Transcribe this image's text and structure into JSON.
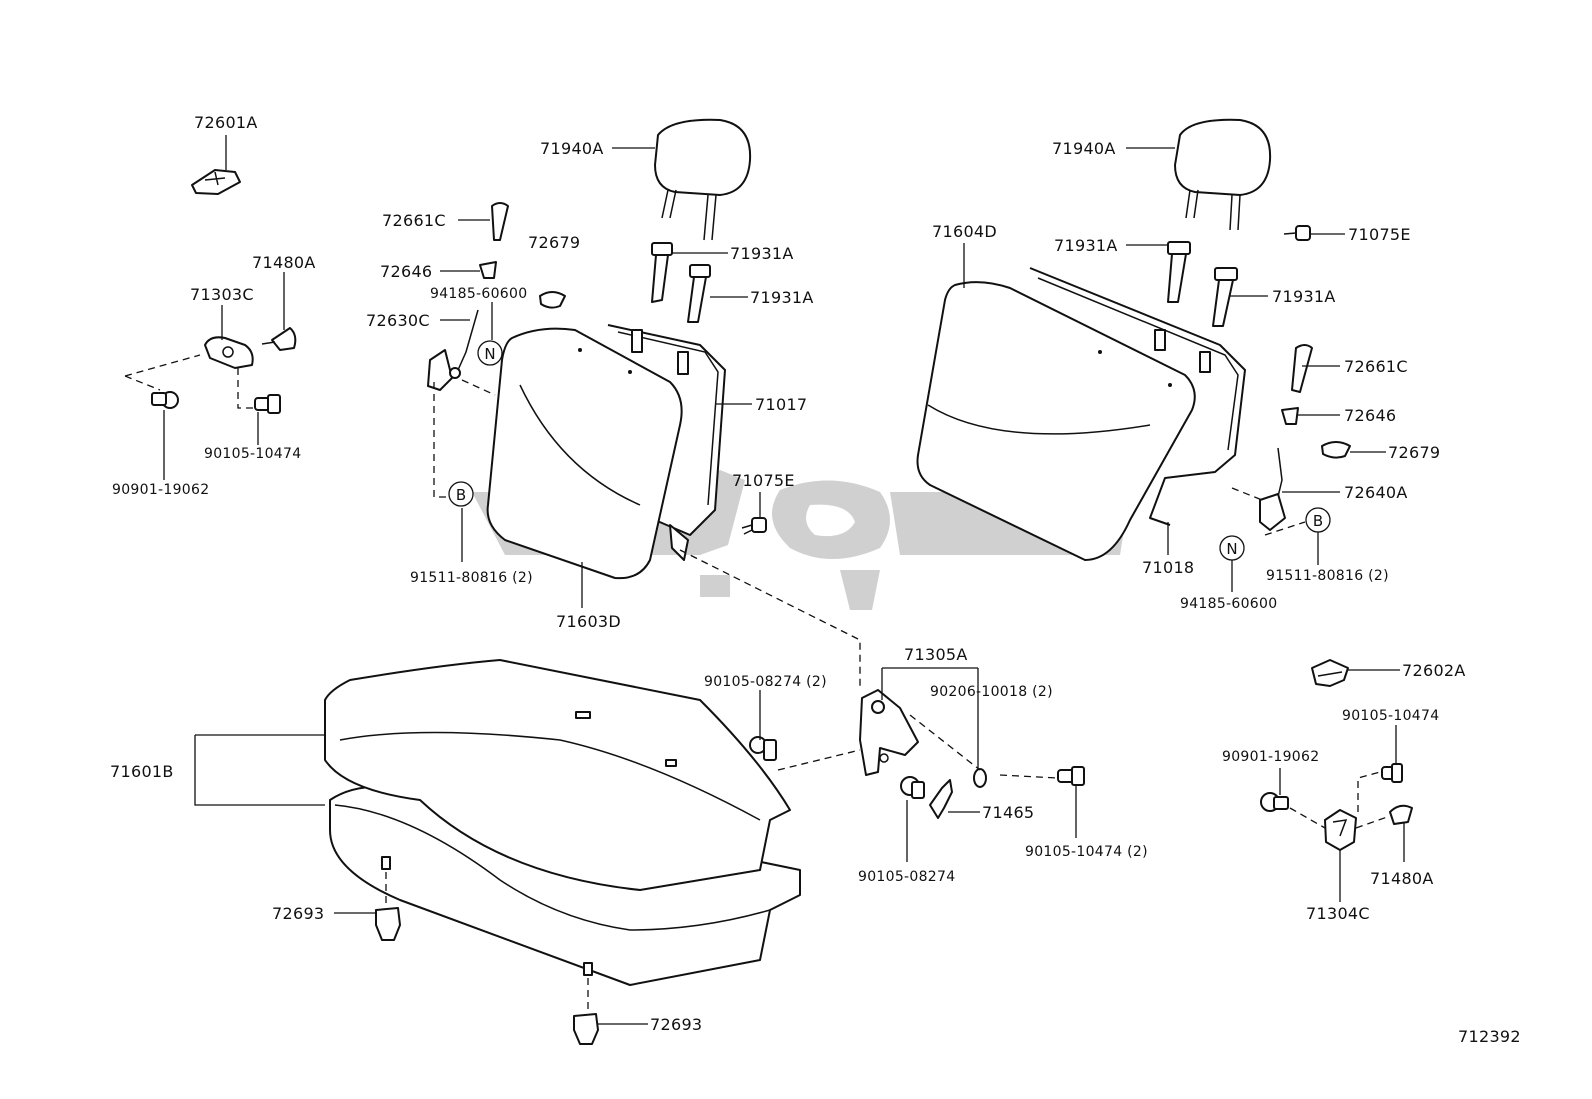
{
  "diagram": {
    "watermark_color": "#c4c4c4",
    "labels": {
      "p72601A": "72601A",
      "p71480A_left": "71480A",
      "p71303C": "71303C",
      "p90105_10474_left": "90105-10474",
      "p90901_19062_left": "90901-19062",
      "p71940A_left": "71940A",
      "p72661C_left": "72661C",
      "p72679_left": "72679",
      "p72646_left": "72646",
      "p94185_60600_left": "94185-60600",
      "p72630C": "72630C",
      "p71931A_l1": "71931A",
      "p71931A_l2": "71931A",
      "p71017": "71017",
      "p71075E_left": "71075E",
      "p91511_80816_left": "91511-80816 (2)",
      "p71603D": "71603D",
      "p71940A_right": "71940A",
      "p71604D": "71604D",
      "p71931A_r1": "71931A",
      "p71931A_r2": "71931A",
      "p71075E_right": "71075E",
      "p72661C_right": "72661C",
      "p72646_right": "72646",
      "p72679_right": "72679",
      "p72640A": "72640A",
      "p71018": "71018",
      "p91511_80816_right": "91511-80816 (2)",
      "p94185_60600_right": "94185-60600",
      "p71305A": "71305A",
      "p90105_08274_2": "90105-08274 (2)",
      "p90206_10018": "90206-10018 (2)",
      "p71465": "71465",
      "p90105_08274": "90105-08274",
      "p90105_10474_2": "90105-10474 (2)",
      "p71601B": "71601B",
      "p72693_a": "72693",
      "p72693_b": "72693",
      "p72602A": "72602A",
      "p90105_10474_right": "90105-10474",
      "p90901_19062_right": "90901-19062",
      "p71480A_right": "71480A",
      "p71304C": "71304C",
      "diagram_id": "712392"
    },
    "callouts": {
      "N": "N",
      "B": "B"
    }
  }
}
